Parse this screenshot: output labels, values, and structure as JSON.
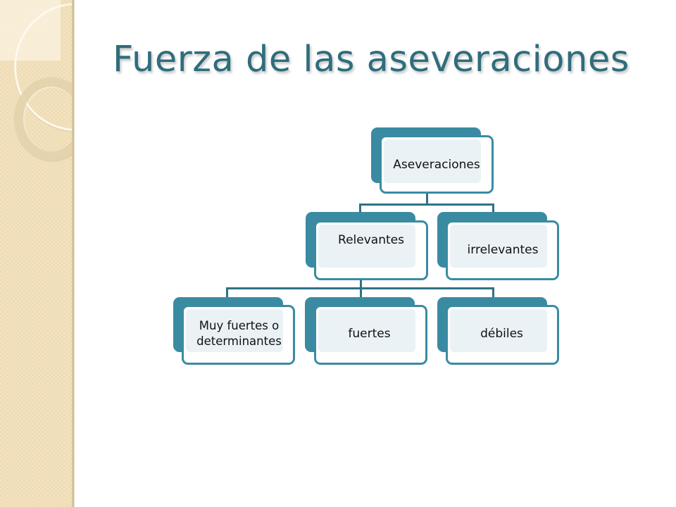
{
  "slide": {
    "title": "Fuerza de las aseveraciones"
  },
  "colors": {
    "title": "#2f6d7c",
    "node_accent": "#3a8ba2",
    "node_fill": "#eaf2f6",
    "connector": "#2e7386",
    "sidebar": "#efdcb3"
  },
  "diagram": {
    "root": {
      "label": "Aseveraciones"
    },
    "level1": [
      {
        "label": "Relevantes"
      },
      {
        "label": "irrelevantes"
      }
    ],
    "level2": [
      {
        "label": "Muy fuertes o determinantes"
      },
      {
        "label": "fuertes"
      },
      {
        "label": "débiles"
      }
    ]
  }
}
